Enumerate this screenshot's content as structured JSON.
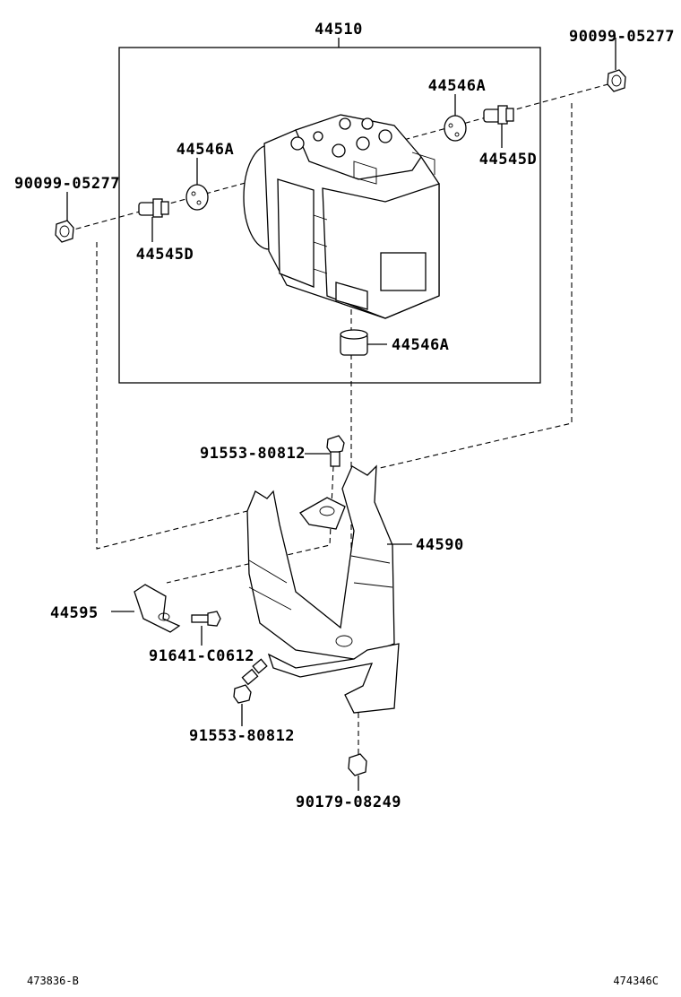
{
  "labels": {
    "assembly": "44510",
    "nut_top_right": "90099-05277",
    "nut_left": "90099-05277",
    "cushion_top_right": "44546A",
    "cushion_left": "44546A",
    "cushion_bottom": "44546A",
    "bolt_right": "44545D",
    "bolt_left": "44545D",
    "bolt_bracket_top": "91553-80812",
    "bracket_main": "44590",
    "bracket_small": "44595",
    "bolt_small": "91641-C0612",
    "bolt_bottom_left": "91553-80812",
    "nut_bottom": "90179-08249"
  },
  "footer": {
    "left_code": "473836-B",
    "right_code": "474346C"
  }
}
